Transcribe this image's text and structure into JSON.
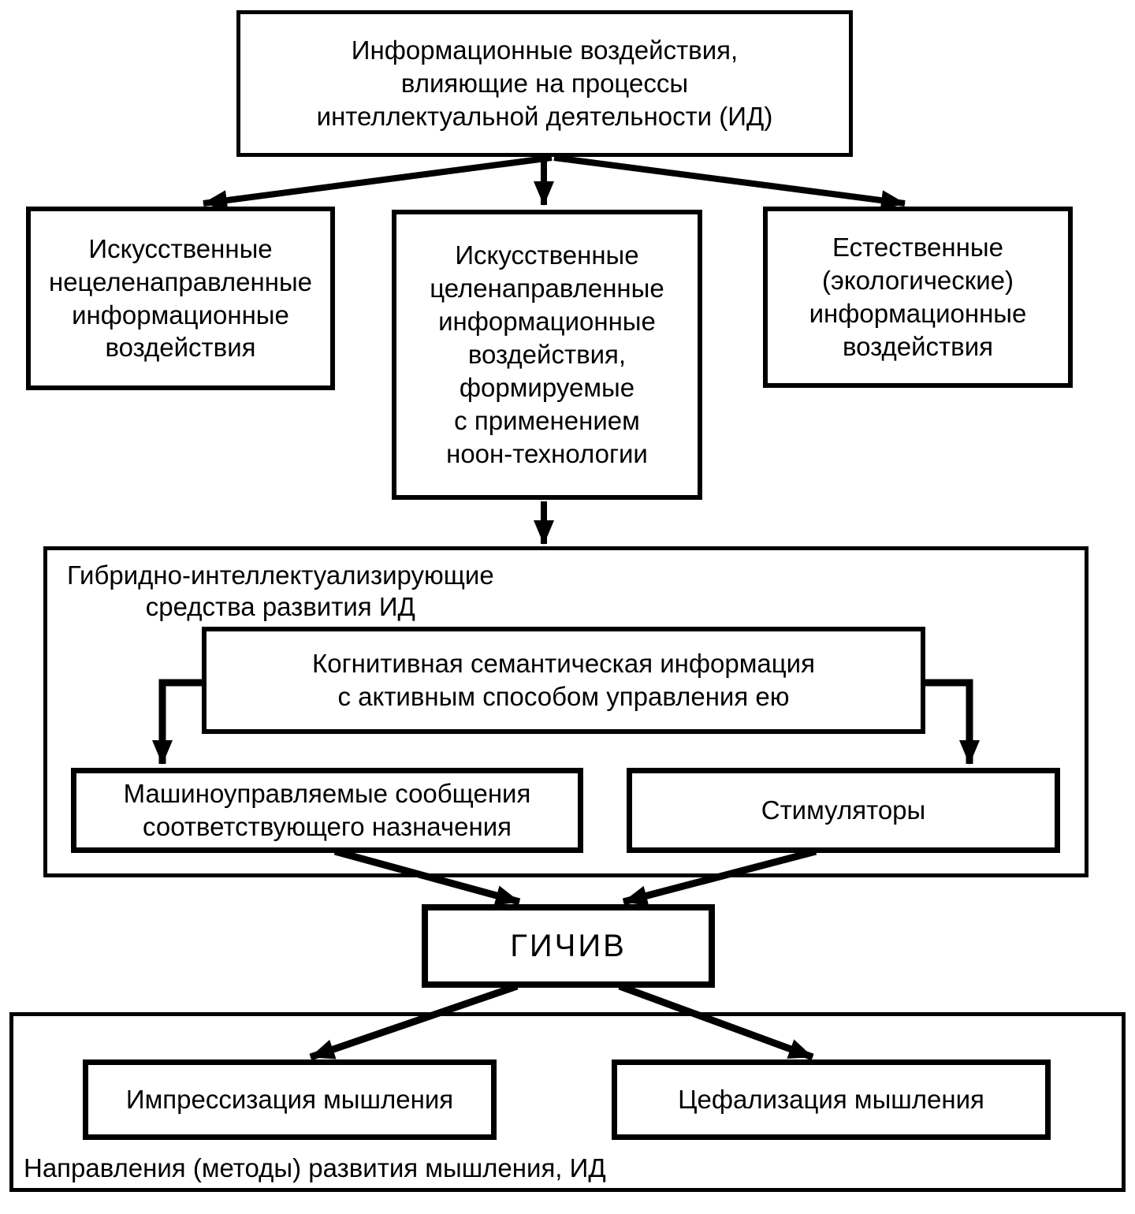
{
  "diagram": {
    "type": "flowchart",
    "language": "ru",
    "colors": {
      "line": "#000000",
      "background": "#ffffff",
      "box_fill": "#ffffff",
      "text": "#000000"
    },
    "nodes": {
      "top_box": {
        "text": "Информационные воздействия,\nвлияющие на процессы\nинтеллектуальной деятельности (ИД)"
      },
      "left_box": {
        "text": "Искусственные\nнецеленаправленные\nинформационные\nвоздействия"
      },
      "center_box": {
        "text": "Искусственные\nцеленаправленные\nинформационные\nвоздействия,\nформируемые\nс применением\nноон-технологии"
      },
      "right_box": {
        "text": "Естественные\n(экологические)\nинформационные\nвоздействия"
      },
      "hybrid_container": {
        "label": "Гибридно-интеллектуализирующие\nсредства развития ИД"
      },
      "cognitive_box": {
        "text": "Когнитивная семантическая информация\nс активным способом управления ею"
      },
      "machine_box": {
        "text": "Машиноуправляемые сообщения\nсоответствующего назначения"
      },
      "stimulators_box": {
        "text": "Стимуляторы"
      },
      "gichiv_box": {
        "text": "ГИЧИВ"
      },
      "directions_container": {
        "label": "Направления (методы) развития мышления, ИД"
      },
      "impression_box": {
        "text": "Импрессизация мышления"
      },
      "cephalization_box": {
        "text": "Цефализация мышления"
      }
    },
    "edges": [
      {
        "from": "top_box",
        "to": "left_box"
      },
      {
        "from": "top_box",
        "to": "center_box"
      },
      {
        "from": "top_box",
        "to": "right_box"
      },
      {
        "from": "center_box",
        "to": "hybrid_container"
      },
      {
        "from": "cognitive_box",
        "to": "machine_box"
      },
      {
        "from": "cognitive_box",
        "to": "stimulators_box"
      },
      {
        "from": "machine_box",
        "to": "gichiv_box"
      },
      {
        "from": "stimulators_box",
        "to": "gichiv_box"
      },
      {
        "from": "gichiv_box",
        "to": "impression_box"
      },
      {
        "from": "gichiv_box",
        "to": "cephalization_box"
      }
    ]
  }
}
